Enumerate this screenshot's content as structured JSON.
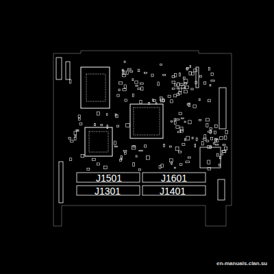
{
  "diagram": {
    "labels": [
      "J1501",
      "J1601",
      "J1301",
      "J1401",
      "en-manuals.clan.su"
    ]
  }
}
